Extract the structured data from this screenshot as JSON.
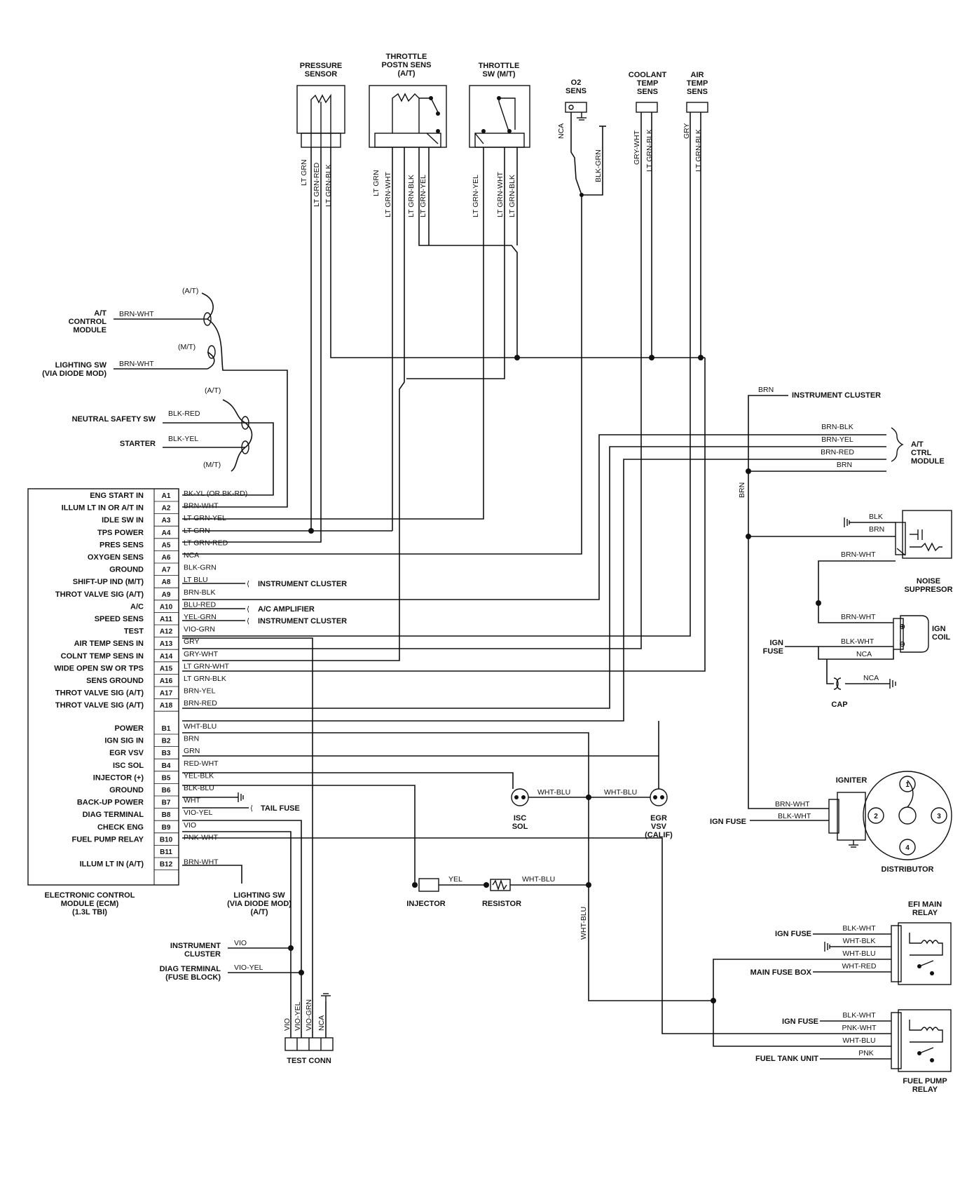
{
  "components": {
    "pressure_sensor": "PRESSURE\nSENSOR",
    "tps": "THROTTLE\nPOSTN SENS\n(A/T)",
    "throttle_sw": "THROTTLE\nSW (M/T)",
    "o2_sens": "O2\nSENS",
    "coolant_sens": "COOLANT\nTEMP\nSENS",
    "air_temp_sens": "AIR\nTEMP\nSENS",
    "at_control_module": "A/T\nCONTROL\nMODULE",
    "lighting_sw": "LIGHTING SW\n(VIA DIODE MOD)",
    "neutral_safety_sw": "NEUTRAL SAFETY SW",
    "starter": "STARTER",
    "ecm": "ELECTRONIC CONTROL\nMODULE (ECM)\n(1.3L TBI)",
    "instrument_cluster_top": "INSTRUMENT CLUSTER",
    "at_ctrl_module_right": "A/T\nCTRL\nMODULE",
    "noise_suppressor": "NOISE\nSUPPRESOR",
    "ign_coil": "IGN\nCOIL",
    "ign_fuse_coil": "IGN\nFUSE",
    "cap": "CAP",
    "igniter": "IGNITER",
    "ign_fuse_dist": "IGN FUSE",
    "distributor": "DISTRIBUTOR",
    "isc_sol": "ISC\nSOL",
    "egr_vsv": "EGR\nVSV\n(CALIF)",
    "injector": "INJECTOR",
    "resistor": "RESISTOR",
    "efi_main_relay": "EFI MAIN\nRELAY",
    "fuel_pump_relay": "FUEL PUMP\nRELAY",
    "test_conn": "TEST CONN",
    "instrument_cluster_lower": "INSTRUMENT\nCLUSTER",
    "diag_terminal_fuse_block": "DIAG TERMINAL\n(FUSE BLOCK)",
    "lighting_sw_lower": "LIGHTING SW\n(VIA DIODE MOD)\n(A/T)",
    "ign_fuse_efi": "IGN FUSE",
    "main_fuse_box": "MAIN FUSE BOX",
    "ign_fuse_fp": "IGN FUSE",
    "fuel_tank_unit": "FUEL TANK UNIT"
  },
  "notes": {
    "at1": "(A/T)",
    "mt1": "(M/T)",
    "at2": "(A/T)",
    "mt2": "(M/T)"
  },
  "ecm_pins": [
    {
      "fn": "ENG START IN",
      "pin": "A1",
      "wire": "BK-YL (OR BK-RD)"
    },
    {
      "fn": "ILLUM LT IN OR A/T IN",
      "pin": "A2",
      "wire": "BRN-WHT"
    },
    {
      "fn": "IDLE SW IN",
      "pin": "A3",
      "wire": "LT GRN-YEL"
    },
    {
      "fn": "TPS POWER",
      "pin": "A4",
      "wire": "LT GRN"
    },
    {
      "fn": "PRES SENS",
      "pin": "A5",
      "wire": "LT GRN-RED"
    },
    {
      "fn": "OXYGEN SENS",
      "pin": "A6",
      "wire": "NCA"
    },
    {
      "fn": "GROUND",
      "pin": "A7",
      "wire": "BLK-GRN"
    },
    {
      "fn": "SHIFT-UP IND (M/T)",
      "pin": "A8",
      "wire": "LT BLU"
    },
    {
      "fn": "THROT VALVE SIG (A/T)",
      "pin": "A9",
      "wire": "BRN-BLK"
    },
    {
      "fn": "A/C",
      "pin": "A10",
      "wire": "BLU-RED"
    },
    {
      "fn": "SPEED SENS",
      "pin": "A11",
      "wire": "YEL-GRN"
    },
    {
      "fn": "TEST",
      "pin": "A12",
      "wire": "VIO-GRN"
    },
    {
      "fn": "AIR TEMP SENS IN",
      "pin": "A13",
      "wire": "GRY"
    },
    {
      "fn": "COLNT TEMP SENS IN",
      "pin": "A14",
      "wire": "GRY-WHT"
    },
    {
      "fn": "WIDE OPEN SW OR TPS",
      "pin": "A15",
      "wire": "LT GRN-WHT"
    },
    {
      "fn": "SENS GROUND",
      "pin": "A16",
      "wire": "LT GRN-BLK"
    },
    {
      "fn": "THROT VALVE SIG (A/T)",
      "pin": "A17",
      "wire": "BRN-YEL"
    },
    {
      "fn": "THROT VALVE SIG (A/T)",
      "pin": "A18",
      "wire": "BRN-RED"
    },
    {
      "fn": "POWER",
      "pin": "B1",
      "wire": "WHT-BLU"
    },
    {
      "fn": "IGN SIG IN",
      "pin": "B2",
      "wire": "BRN"
    },
    {
      "fn": "EGR VSV",
      "pin": "B3",
      "wire": "GRN"
    },
    {
      "fn": "ISC SOL",
      "pin": "B4",
      "wire": "RED-WHT"
    },
    {
      "fn": "INJECTOR (+)",
      "pin": "B5",
      "wire": "YEL-BLK"
    },
    {
      "fn": "GROUND",
      "pin": "B6",
      "wire": "BLK-BLU"
    },
    {
      "fn": "BACK-UP POWER",
      "pin": "B7",
      "wire": "WHT"
    },
    {
      "fn": "DIAG TERMINAL",
      "pin": "B8",
      "wire": "VIO-YEL"
    },
    {
      "fn": "CHECK ENG",
      "pin": "B9",
      "wire": "VIO"
    },
    {
      "fn": "FUEL PUMP RELAY",
      "pin": "B10",
      "wire": "PNK-WHT"
    },
    {
      "fn": "",
      "pin": "B11",
      "wire": ""
    },
    {
      "fn": "ILLUM LT IN (A/T)",
      "pin": "B12",
      "wire": "BRN-WHT"
    }
  ],
  "side_labels": {
    "a8": "INSTRUMENT CLUSTER",
    "a10": "A/C AMPLIFIER",
    "a11": "INSTRUMENT CLUSTER",
    "b7": "TAIL FUSE"
  },
  "wires": {
    "ps1": "LT GRN",
    "ps2": "LT GRN-RED",
    "ps3": "LT GRN-BLK",
    "tp1": "LT GRN",
    "tp2": "LT GRN-WHT",
    "tp3": "LT GRN-BLK",
    "tp4": "LT GRN-YEL",
    "ts1": "LT GRN-YEL",
    "ts2": "LT GRN-WHT",
    "ts3": "LT GRN-BLK",
    "o2a": "NCA",
    "o2b": "BLK-GRN",
    "ct1": "GRY-WHT",
    "ct2": "LT GRN-BLK",
    "at1": "GRY",
    "at2": "LT GRN-BLK",
    "atc": "BRN-WHT",
    "lsw": "BRN-WHT",
    "nss": "BLK-RED",
    "stt": "BLK-YEL",
    "ic_brn": "BRN",
    "vert_brn": "BRN",
    "r_brnblk": "BRN-BLK",
    "r_brnyel": "BRN-YEL",
    "r_brnred": "BRN-RED",
    "r_brn": "BRN",
    "ns_blk": "BLK",
    "ns_brn": "BRN",
    "ns_brnwht": "BRN-WHT",
    "coil_brnwht": "BRN-WHT",
    "coil_blkwht": "BLK-WHT",
    "coil_nca": "NCA",
    "cap_nca": "NCA",
    "dist_brnwht": "BRN-WHT",
    "dist_blkwht": "BLK-WHT",
    "isc_whtblu": "WHT-BLU",
    "egr_whtblu": "WHT-BLU",
    "inj_yel": "YEL",
    "res_whtblu": "WHT-BLU",
    "vert_whtblu": "WHT-BLU",
    "efi1": "BLK-WHT",
    "efi2": "WHT-BLK",
    "efi3": "WHT-BLU",
    "efi4": "WHT-RED",
    "fp1": "BLK-WHT",
    "fp2": "PNK-WHT",
    "fp3": "WHT-BLU",
    "fp4": "PNK",
    "ic_vio": "VIO",
    "diag_vioyel": "VIO-YEL",
    "tc1": "VIO",
    "tc2": "VIO-YEL",
    "tc3": "VIO-GRN",
    "tc4": "NCA"
  },
  "dist_terminals": [
    "1",
    "2",
    "3",
    "4"
  ],
  "coil_terminals": [
    "⊕",
    "⊖"
  ]
}
